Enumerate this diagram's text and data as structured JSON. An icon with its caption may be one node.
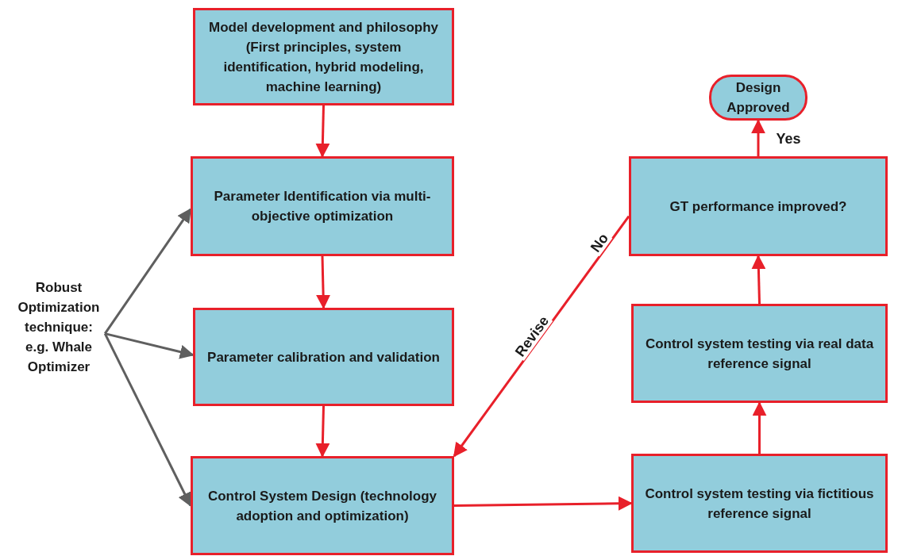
{
  "diagram": {
    "nodes": [
      {
        "text": [
          "Model development and philosophy (First principles, system identification, hybrid modeling, machine learning)"
        ]
      },
      {
        "text": [
          "Parameter Identification via multi-objective optimization"
        ]
      },
      {
        "text": [
          "Parameter calibration and validation"
        ]
      },
      {
        "text": [
          "Control System Design (technology adoption and optimization)"
        ]
      },
      {
        "text": [
          "Robust Optimization technique: e.g. Whale Optimizer"
        ]
      },
      {
        "text": [
          "Control system testing via fictitious reference signal"
        ]
      },
      {
        "text": [
          "Control system testing via real data reference signal"
        ]
      },
      {
        "text": [
          "GT performance improved?"
        ]
      },
      {
        "text": [
          "Design Approved"
        ]
      }
    ],
    "edges": [
      {
        "from": 0,
        "to": 1,
        "arrow": "to"
      },
      {
        "from": 1,
        "to": 2,
        "arrow": "to"
      },
      {
        "from": 2,
        "to": 3,
        "arrow": "to"
      },
      {
        "from": 4,
        "to": 1,
        "arrow": "to",
        "color": "#5f5f5f"
      },
      {
        "from": 4,
        "to": 2,
        "arrow": "to",
        "color": "#5f5f5f"
      },
      {
        "from": 4,
        "to": 3,
        "arrow": "to",
        "color": "#5f5f5f"
      },
      {
        "from": 3,
        "to": 5,
        "arrow": "to"
      },
      {
        "from": 5,
        "to": 6,
        "arrow": "to"
      },
      {
        "from": 6,
        "to": 7,
        "arrow": "to"
      },
      {
        "from": 7,
        "to": 8,
        "arrow": "to",
        "label": "Yes"
      },
      {
        "from": 7,
        "to": 3,
        "arrow": "to",
        "label": "No"
      }
    ],
    "labels": [
      "Revise"
    ]
  }
}
